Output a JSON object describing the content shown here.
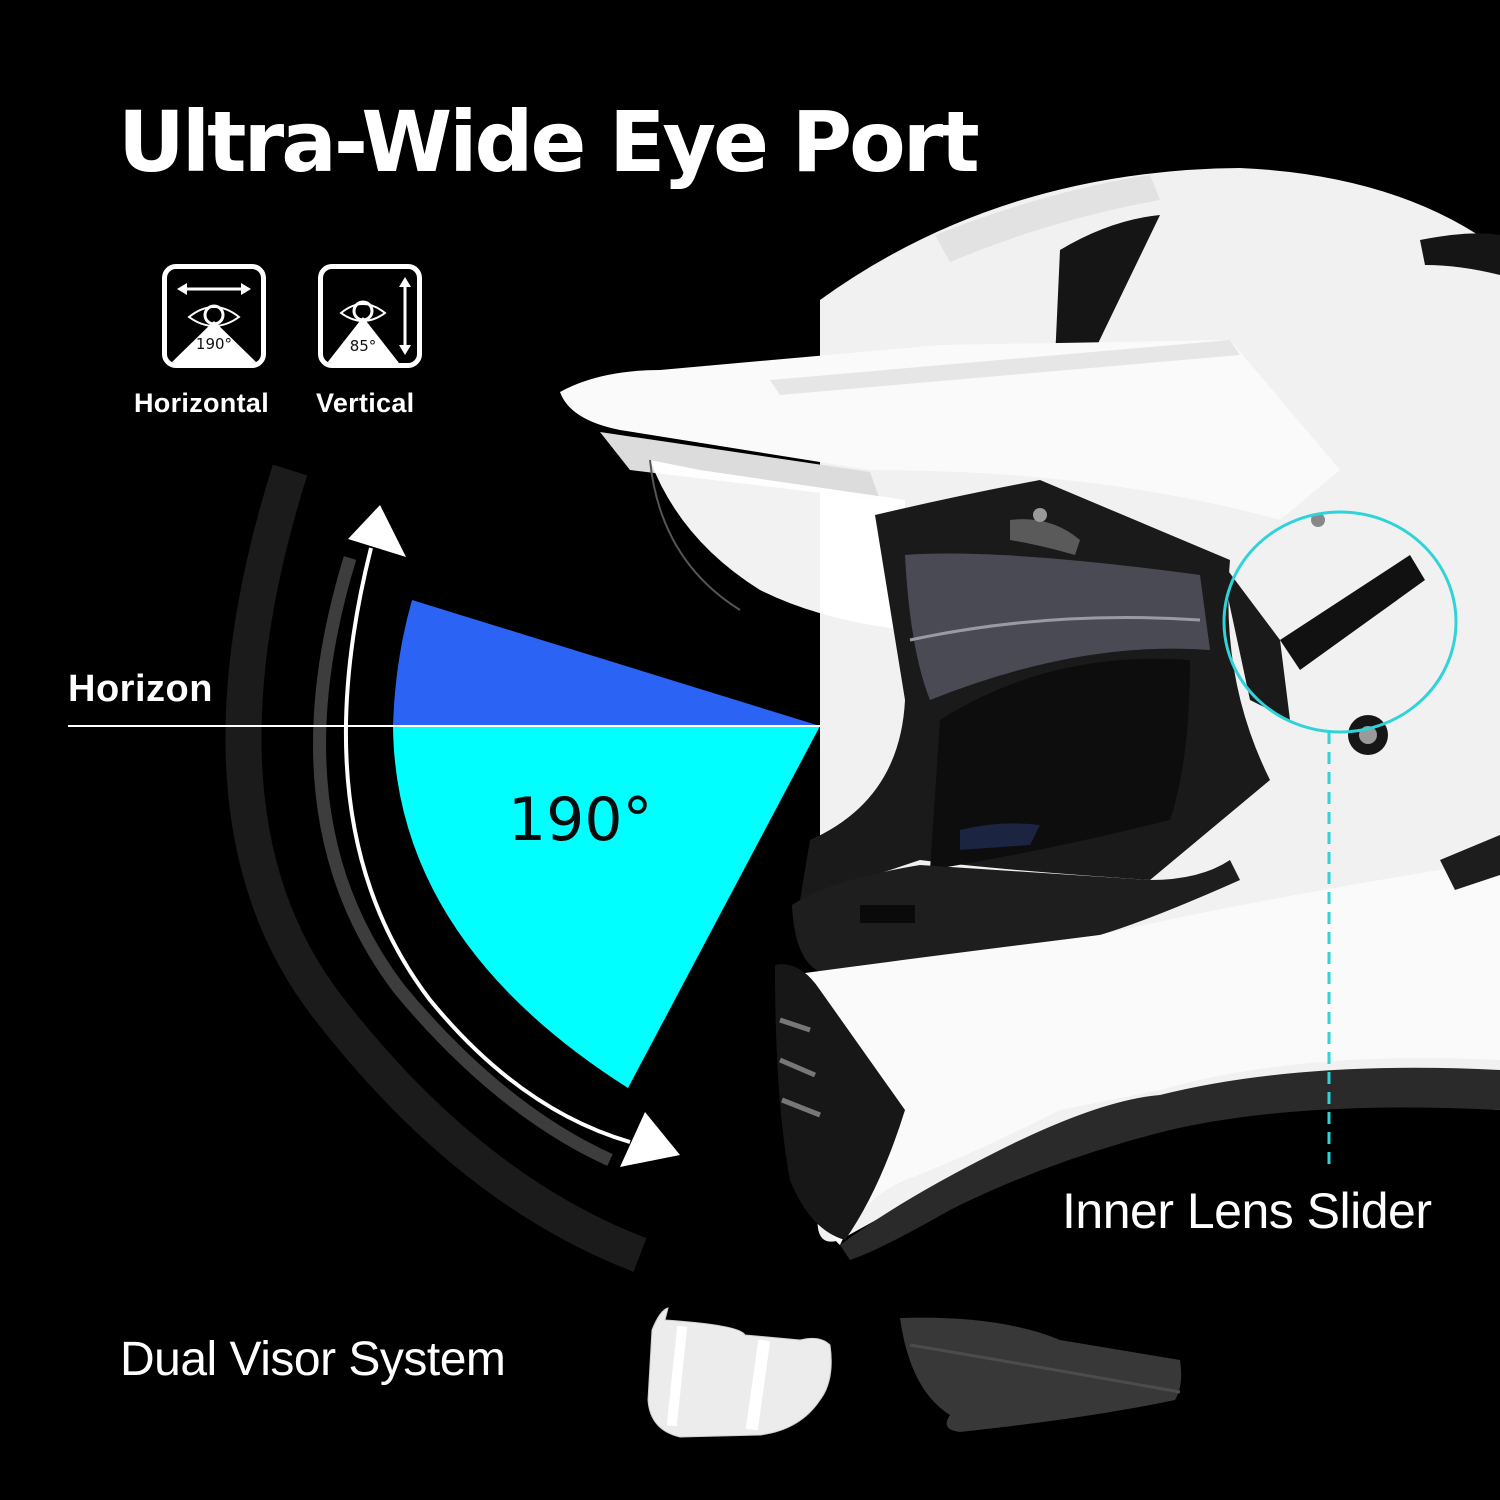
{
  "title": "Ultra-Wide Eye Port",
  "badges": [
    {
      "name": "horizontal",
      "icon": "eye-horizontal-fov-icon",
      "value": "190°",
      "label": "Horizontal"
    },
    {
      "name": "vertical",
      "icon": "eye-vertical-fov-icon",
      "value": "85°",
      "label": "Vertical"
    }
  ],
  "diagram": {
    "horizon_label": "Horizon",
    "angle_label": "190°",
    "colors": {
      "upper_wedge": "#2b63f5",
      "lower_wedge": "#00ffff",
      "arc_white": "#ffffff",
      "arc_mid": "#3c3c3c",
      "arc_outer": "#1a1a1a"
    }
  },
  "callouts": {
    "inner_lens_slider": "Inner Lens Slider",
    "callout_color": "#2fd3d8"
  },
  "bottom": {
    "dual_visor_label": "Dual Visor System",
    "visors": [
      {
        "name": "clear-visor",
        "tint": "#f2f2f2"
      },
      {
        "name": "smoke-visor",
        "tint": "#3a3a3a"
      }
    ]
  },
  "product": {
    "name": "white-dual-sport-helmet",
    "shell_color": "#f4f4f4"
  }
}
